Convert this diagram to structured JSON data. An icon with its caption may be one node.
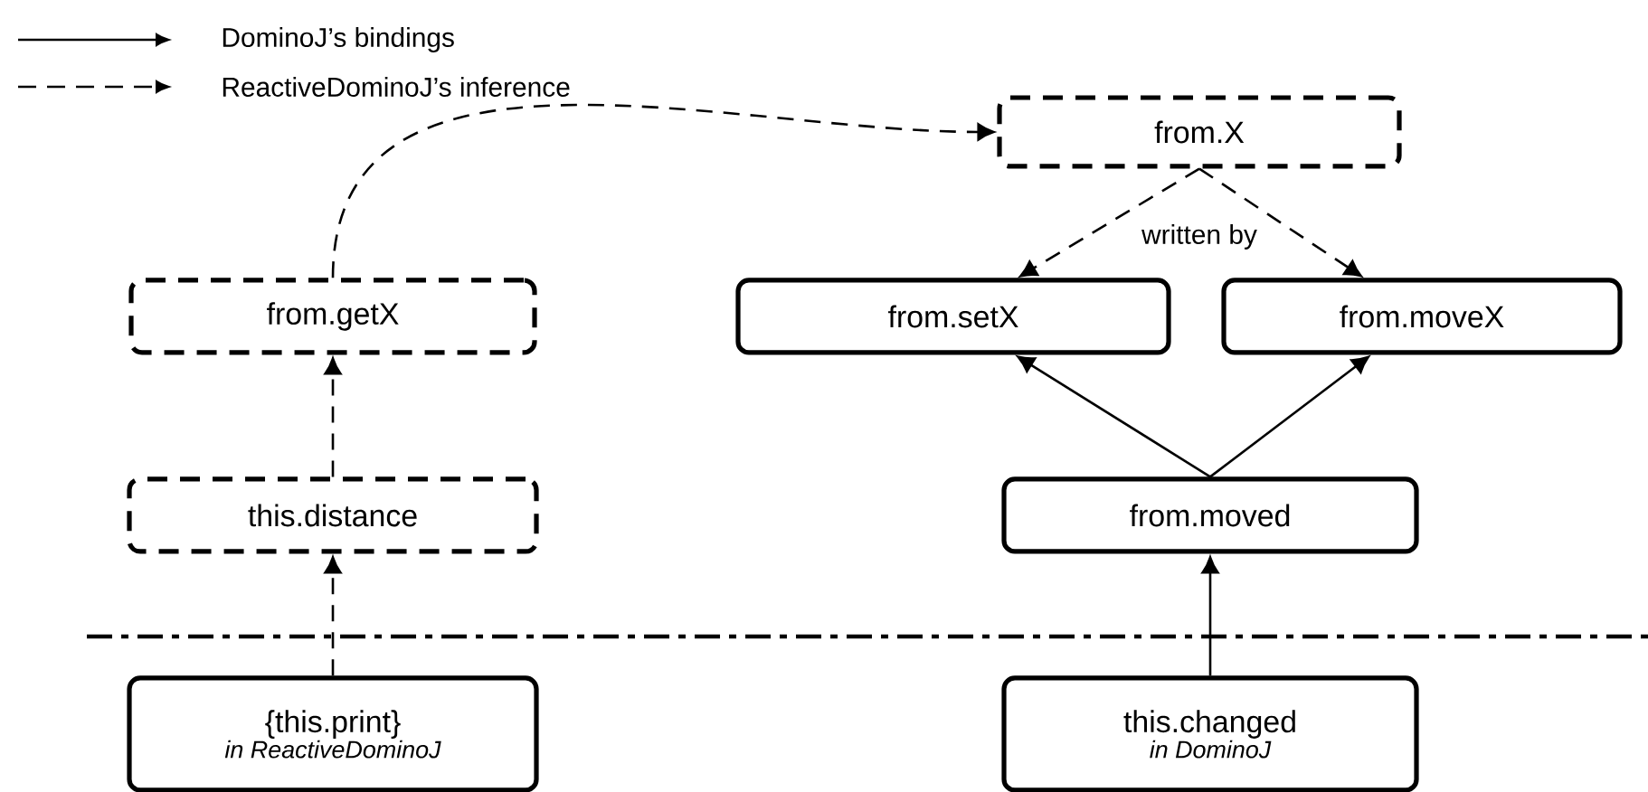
{
  "diagram": {
    "nodes": [
      {
        "text": [
          "from.X"
        ]
      },
      {
        "text": [
          "from.getX"
        ]
      },
      {
        "text": [
          "from.setX"
        ]
      },
      {
        "text": [
          "from.moveX"
        ]
      },
      {
        "text": [
          "this.distance"
        ]
      },
      {
        "text": [
          "from.moved"
        ]
      },
      {
        "text": [
          "{this.print}",
          "in ReactiveDominoJ"
        ]
      },
      {
        "text": [
          "this.changed",
          "in DominoJ"
        ]
      }
    ],
    "edges": [
      {
        "from": 1,
        "to": 0,
        "arrow": "to",
        "style": "dashed"
      },
      {
        "from": 0,
        "to": 2,
        "arrow": "to",
        "style": "dashed",
        "label": "written by"
      },
      {
        "from": 0,
        "to": 3,
        "arrow": "to",
        "style": "dashed"
      },
      {
        "from": 5,
        "to": 2,
        "arrow": "to"
      },
      {
        "from": 5,
        "to": 3,
        "arrow": "to"
      },
      {
        "from": 4,
        "to": 1,
        "arrow": "to",
        "style": "dashed"
      },
      {
        "from": 6,
        "to": 4,
        "arrow": "to",
        "style": "dashed"
      },
      {
        "from": 7,
        "to": 5,
        "arrow": "to"
      }
    ],
    "legend": [
      {
        "text": "DominoJ’s bindings"
      },
      {
        "text": "ReactiveDominoJ’s inference"
      }
    ]
  }
}
